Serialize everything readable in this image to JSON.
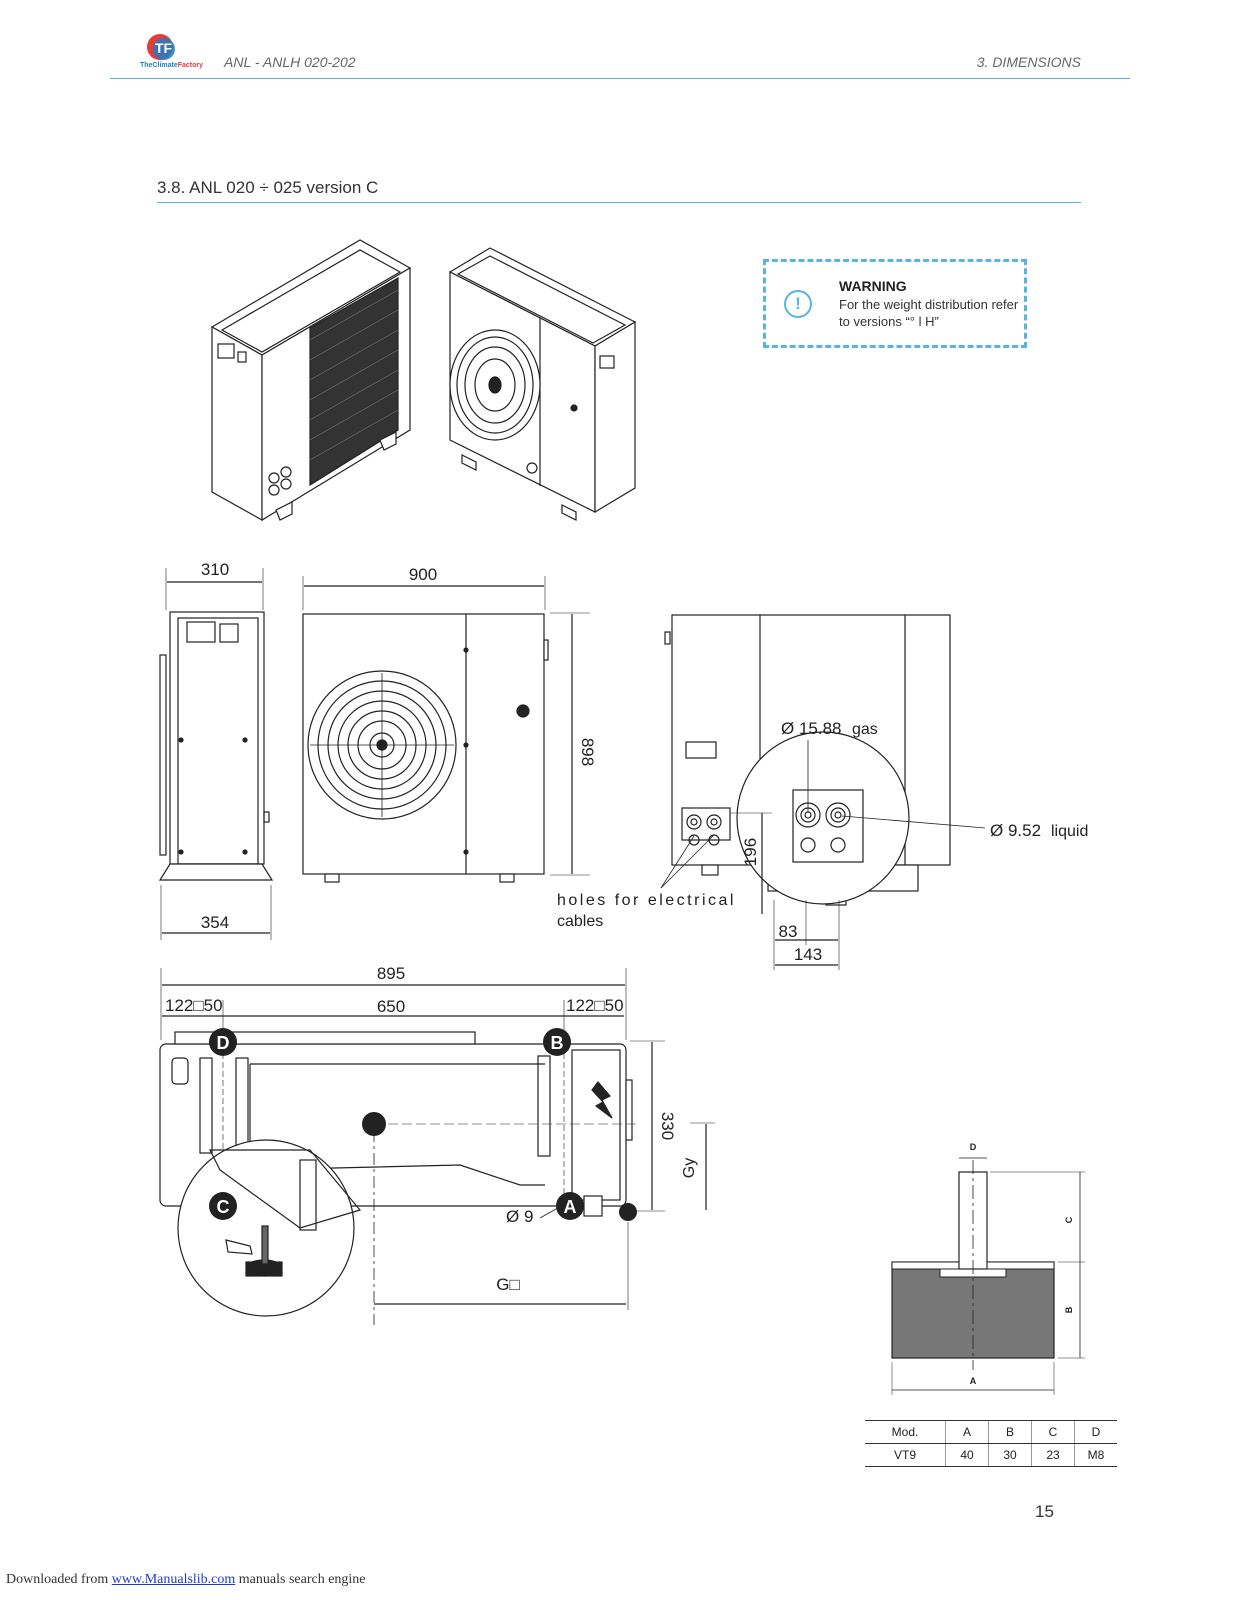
{
  "header": {
    "logo_text_1": "The",
    "logo_text_2": "Climate",
    "logo_text_3": "Factory",
    "doc_title": "ANL - ANLH 020-202",
    "section": "3. DIMENSIONS"
  },
  "section_title": "3.8. ANL 020 ÷ 025 version C",
  "warning": {
    "title": "WARNING",
    "text": "For the weight distribution refer to versions “° l H”"
  },
  "drawing": {
    "dim_310": "310",
    "dim_900": "900",
    "dim_898": "898",
    "dim_354": "354",
    "dim_196": "196",
    "dim_83": "83",
    "dim_143": "143",
    "gas": "Ø 15.88",
    "gas_word": "gas",
    "liquid": "Ø 9.52",
    "liquid_word": "liquid",
    "holes": "holes for electrical",
    "cables": "cables",
    "dim_895": "895",
    "dim_122_left": "122□50",
    "dim_650": "650",
    "dim_122_right": "122□50",
    "dim_330": "330",
    "gy": "Gy",
    "gx": "G□",
    "phi9": "Ø 9",
    "point_a": "A",
    "point_b": "B",
    "point_c": "C",
    "point_d": "D"
  },
  "mount": {
    "d": "D",
    "c": "C",
    "b": "B",
    "a": "A"
  },
  "table": {
    "headers": [
      "Mod.",
      "A",
      "B",
      "C",
      "D"
    ],
    "row": [
      "VT9",
      "40",
      "30",
      "23",
      "M8"
    ]
  },
  "page_number": "15",
  "footer": {
    "prefix": "Downloaded from ",
    "link": "www.Manualslib.com",
    "suffix": " manuals search engine"
  }
}
